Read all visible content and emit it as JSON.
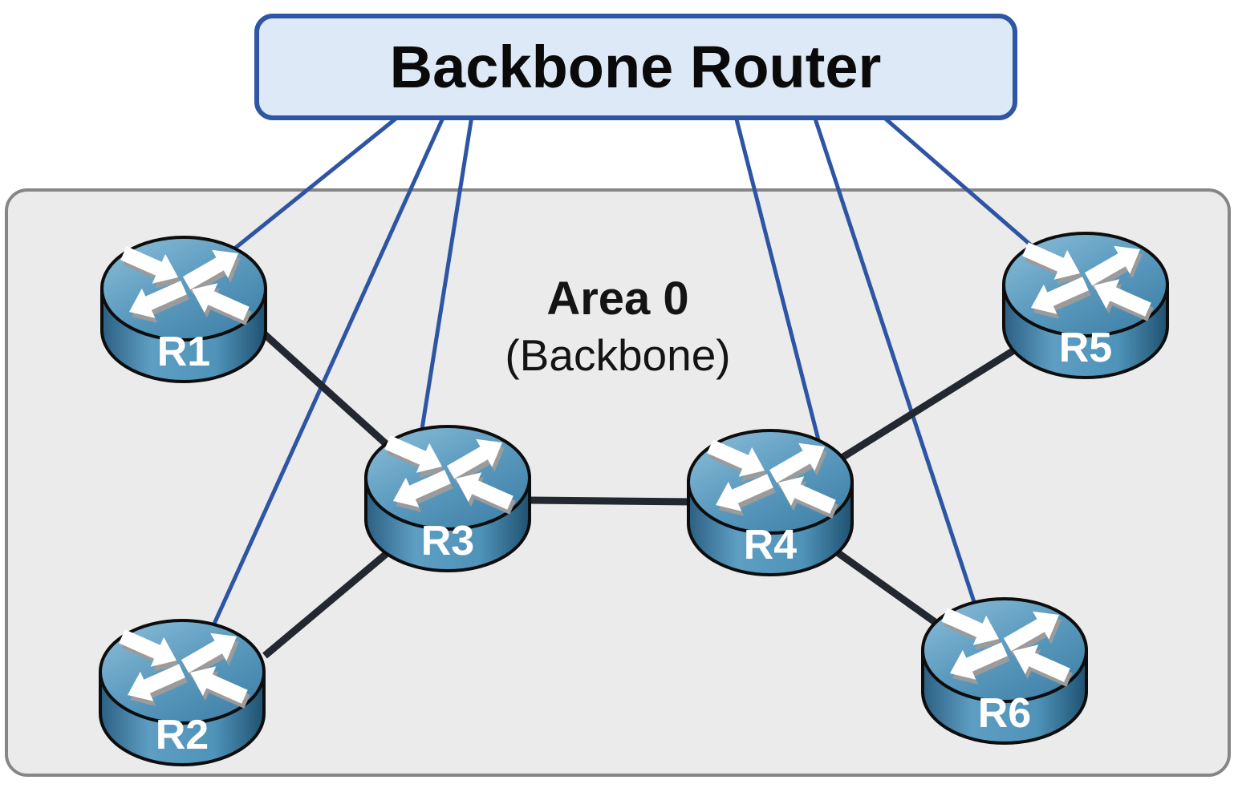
{
  "diagram": {
    "title": "Backbone Router",
    "area_label": "Area 0",
    "area_sublabel": "(Backbone)"
  },
  "routers": [
    {
      "id": "R1",
      "label": "R1"
    },
    {
      "id": "R2",
      "label": "R2"
    },
    {
      "id": "R3",
      "label": "R3"
    },
    {
      "id": "R4",
      "label": "R4"
    },
    {
      "id": "R5",
      "label": "R5"
    },
    {
      "id": "R6",
      "label": "R6"
    }
  ],
  "links": {
    "backbone_uplinks": [
      {
        "from": "Backbone Router",
        "to": "R1"
      },
      {
        "from": "Backbone Router",
        "to": "R2"
      },
      {
        "from": "Backbone Router",
        "to": "R3"
      },
      {
        "from": "Backbone Router",
        "to": "R4"
      },
      {
        "from": "Backbone Router",
        "to": "R6"
      },
      {
        "from": "Backbone Router",
        "to": "R5"
      }
    ],
    "area_links": [
      {
        "from": "R1",
        "to": "R3"
      },
      {
        "from": "R2",
        "to": "R3"
      },
      {
        "from": "R3",
        "to": "R4"
      },
      {
        "from": "R4",
        "to": "R5"
      },
      {
        "from": "R4",
        "to": "R6"
      }
    ]
  },
  "colors": {
    "backbone_box_fill": "#dde9f7",
    "backbone_box_border": "#2f55a5",
    "area_fill": "#ebebeb",
    "area_border": "#868686",
    "uplink_line": "#2e55a3",
    "area_line": "#232830",
    "router_label": "#ffffff",
    "title_text": "#0a0a0a"
  }
}
